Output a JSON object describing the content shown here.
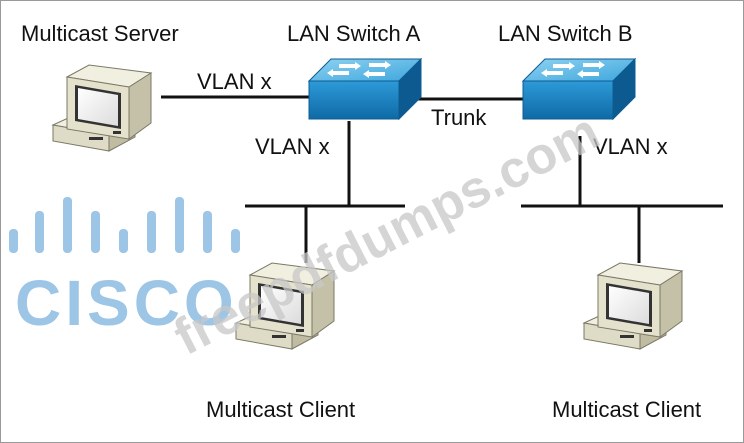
{
  "labels": {
    "multicast_server": "Multicast Server",
    "lan_switch_a": "LAN Switch A",
    "lan_switch_b": "LAN Switch B",
    "vlan_server_link": "VLAN x",
    "vlan_switch_a": "VLAN x",
    "vlan_switch_b": "VLAN x",
    "trunk": "Trunk",
    "client_left": "Multicast Client",
    "client_right": "Multicast Client"
  },
  "logo": {
    "text": "CISCO",
    "color": "#9cc5e6"
  },
  "watermark": {
    "text": "freepdfdumps.com",
    "color": "#c8c8c8"
  },
  "colors": {
    "switch_body": "#1e86c8",
    "switch_top": "#6fc0ea",
    "computer_body": "#e8e6d4",
    "computer_shade": "#c4c1a8",
    "line": "#111111"
  }
}
